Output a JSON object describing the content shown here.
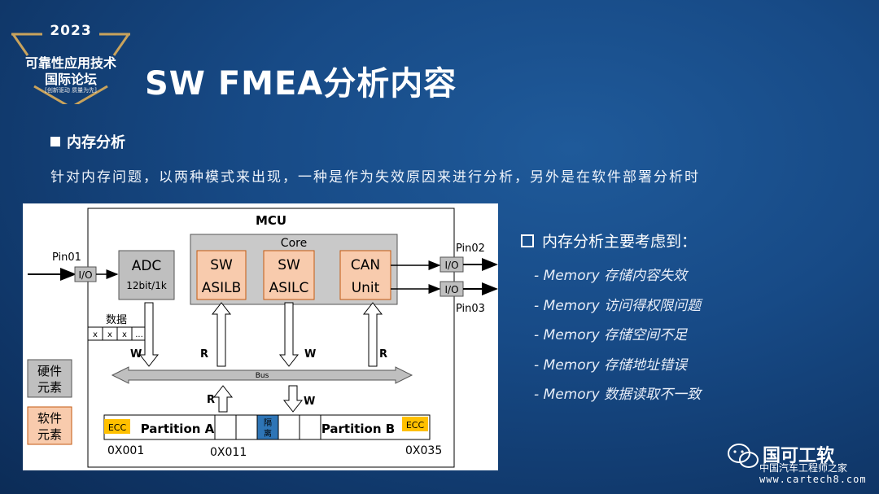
{
  "logo": {
    "year": "2023",
    "line1": "可靠性应用技术",
    "line2": "国际论坛",
    "line3": "[创新驱动 质量为先]"
  },
  "title": "SW FMEA分析内容",
  "section_title": "内存分析",
  "description": "针对内存问题，以两种模式来出现，一种是作为失效原因来进行分析，另外是在软件部署分析时",
  "diagram": {
    "mcu_label": "MCU",
    "core_label": "Core",
    "sw_asilb": [
      "SW",
      "ASILB"
    ],
    "sw_asilc": [
      "SW",
      "ASILC"
    ],
    "can_unit": [
      "CAN",
      "Unit"
    ],
    "adc": [
      "ADC",
      "12bit/1k"
    ],
    "pin01": "Pin01",
    "pin02": "Pin02",
    "pin03": "Pin03",
    "io": "I/O",
    "data_label": "数据",
    "data_cells": [
      "x",
      "x",
      "x",
      "..."
    ],
    "bus_label": "Bus",
    "read": "R",
    "write": "W",
    "legend_hw": [
      "硬件",
      "元素"
    ],
    "legend_sw": [
      "软件",
      "元素"
    ],
    "ecc": "ECC",
    "partition_a": "Partition A",
    "partition_b": "Partition B",
    "isolation": [
      "隔",
      "离"
    ],
    "addr_start": "0X001",
    "addr_mid": "0X011",
    "addr_end": "0X035",
    "colors": {
      "sw_fill": "#f8cbad",
      "hw_fill": "#bfbfbf",
      "core_fill": "#c9c9c9",
      "ecc_fill": "#ffc000",
      "isolation_fill": "#2e75b6"
    }
  },
  "bullets": {
    "heading": "内存分析主要考虑到：",
    "items": [
      "- Memory 存储内容失效",
      "- Memory 访问得权限问题",
      "- Memory 存储空间不足",
      "- Memory 存储地址错误",
      "- Memory 数据读取不一致"
    ]
  },
  "watermark": {
    "brand": "国可工软",
    "sub1": "中国汽车工程师之家",
    "sub2": "www.cartech8.com"
  }
}
